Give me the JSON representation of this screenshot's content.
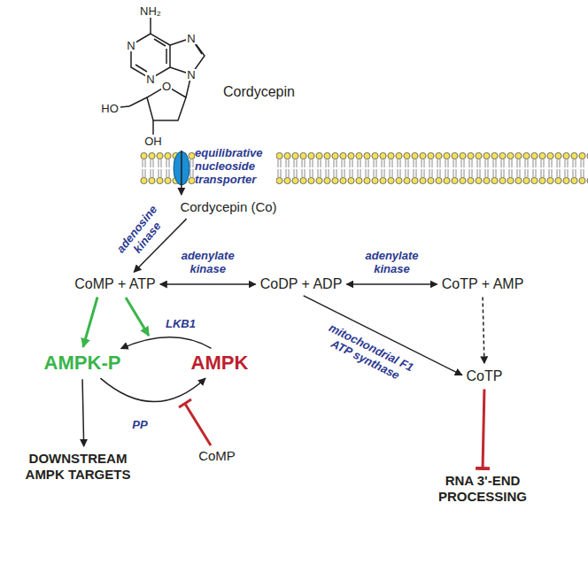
{
  "diagram": {
    "nodes": [
      {
        "text": [
          "Cordycepin"
        ]
      },
      {
        "text": [
          "Cordycepin (Co)"
        ]
      },
      {
        "text": [
          "CoMP + ATP"
        ]
      },
      {
        "text": [
          "CoDP + ADP"
        ]
      },
      {
        "text": [
          "CoTP + AMP"
        ]
      },
      {
        "text": [
          "CoTP"
        ]
      },
      {
        "text": [
          "AMPK-P"
        ]
      },
      {
        "text": [
          "AMPK"
        ]
      },
      {
        "text": [
          "DOWNSTREAM AMPK TARGETS"
        ]
      },
      {
        "text": [
          "CoMP"
        ]
      },
      {
        "text": [
          "RNA 3'-END PROCESSING"
        ]
      }
    ],
    "edges": [
      {
        "from": 0,
        "to": 1,
        "arrow": "to"
      },
      {
        "from": 1,
        "to": 2,
        "label": "adenosine kinase",
        "arrow": "to"
      },
      {
        "from": 2,
        "to": 3,
        "label": "adenylate kinase",
        "arrow": "both"
      },
      {
        "from": 3,
        "to": 4,
        "label": "adenylate kinase",
        "arrow": "both"
      },
      {
        "from": 3,
        "to": 5,
        "label": "mitochondrial F1 ATP synthase",
        "arrow": "to"
      },
      {
        "from": 4,
        "to": 5,
        "arrow": "to"
      },
      {
        "from": 2,
        "to": 6,
        "arrow": "to"
      },
      {
        "from": 7,
        "to": 6,
        "label": "LKB1",
        "arrow": "to"
      },
      {
        "from": 6,
        "to": 7,
        "label": "PP",
        "arrow": "to"
      },
      {
        "from": 6,
        "to": 8,
        "arrow": "to"
      },
      {
        "from": 5,
        "to": 10,
        "arrow": "to"
      }
    ],
    "labels": [
      "NH₂",
      "N",
      "N",
      "N",
      "N",
      "O",
      "HO",
      "OH",
      "equilibrative nucleoside transporter"
    ]
  }
}
